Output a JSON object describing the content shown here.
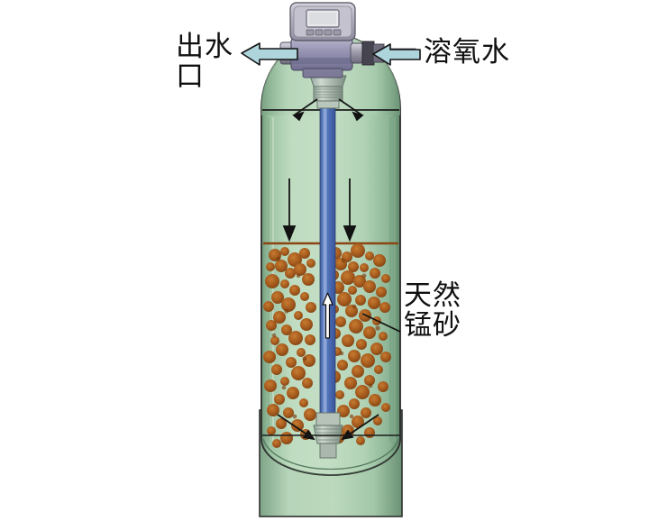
{
  "diagram": {
    "title": "Manganese sand filter tank flow diagram",
    "background_color": "#ffffff"
  },
  "labels": {
    "outlet": "出水\n口",
    "inlet": "溶氧水",
    "media": "天然\n锰砂"
  },
  "icons": {
    "outlet_arrow": "left-arrow-icon",
    "inlet_arrow": "left-arrow-icon",
    "media_leader": "leader-line-icon",
    "downflow_left": "down-arrow-icon",
    "downflow_right": "down-arrow-icon",
    "upflow_riser": "up-arrow-icon",
    "top_spread_left": "diagonal-arrow-icon",
    "top_spread_right": "diagonal-arrow-icon",
    "bottom_converge_left": "diagonal-arrow-icon",
    "bottom_converge_right": "diagonal-arrow-icon"
  },
  "components": {
    "controller": "control-valve-head",
    "lcd": "lcd-display",
    "buttons": "keypad-buttons",
    "tank": "filter-tank",
    "riser": "riser-tube",
    "top_distributor": "top-distributor",
    "bottom_strainer": "bottom-strainer",
    "media_bed": "manganese-sand-bed",
    "water_line": "water-level-line",
    "base": "tank-base"
  },
  "colors": {
    "tank_body": "#b5d4b8",
    "tank_edge": "#6f9a79",
    "tank_outline": "#2c2c2c",
    "riser_blue": "#4a6fb5",
    "riser_highlight": "#8fa8d8",
    "media_rust": "#b4601c",
    "media_rust_dark": "#8a4512",
    "flow_arrow": "#aed4dc",
    "arrow_outline": "#1a1a1a",
    "valve_body": "#8e8ba8",
    "valve_light": "#c9c6d8",
    "controller_grey": "#a9a7b5"
  }
}
